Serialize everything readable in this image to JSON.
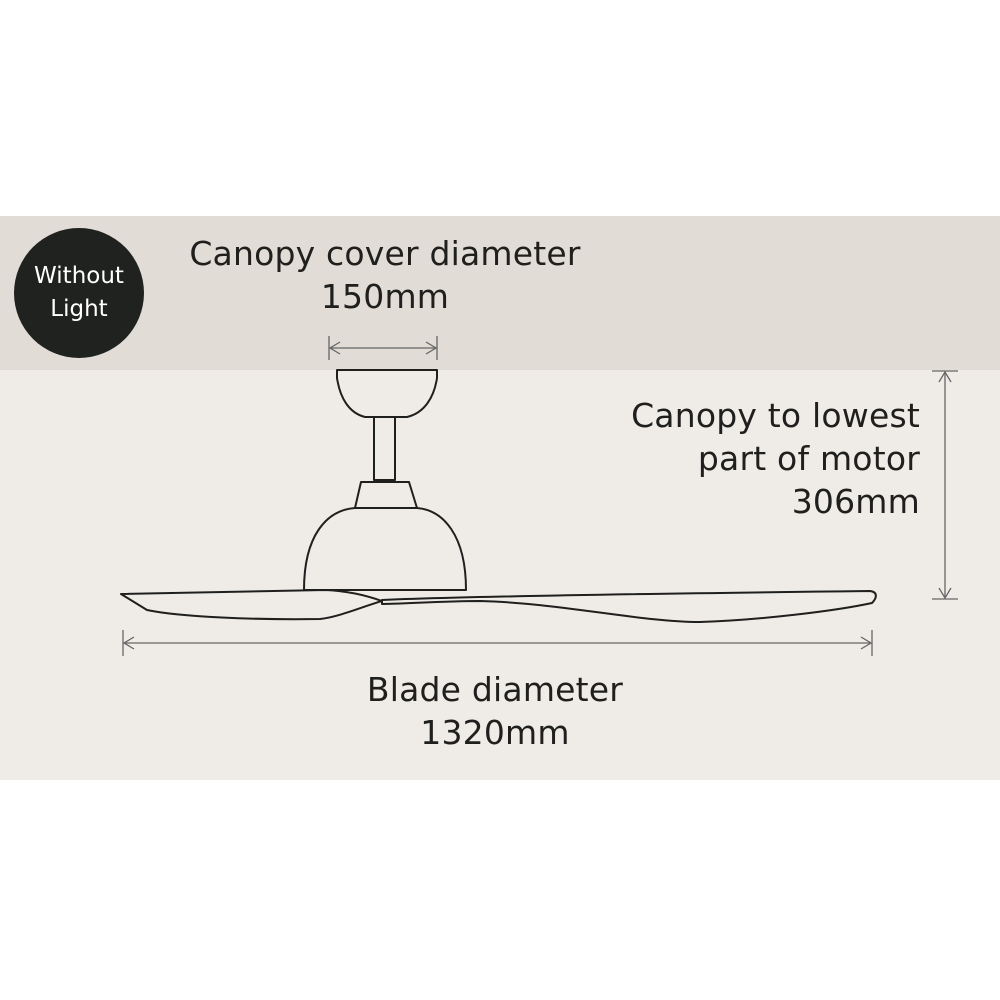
{
  "colors": {
    "page_background": "#ffffff",
    "band_top": "#e2dcd6",
    "band_bottom": "#efece8",
    "badge": "#20221f",
    "line": "#1f1f1d",
    "dimension_line": "#666666"
  },
  "badge": {
    "line1": "Without",
    "line2": "Light"
  },
  "dimensions": {
    "canopy_cover": {
      "title": "Canopy cover diameter",
      "value": "150mm"
    },
    "canopy_to_motor": {
      "line1": "Canopy to lowest",
      "line2": "part of motor",
      "value": "306mm"
    },
    "blade": {
      "title": "Blade diameter",
      "value": "1320mm"
    }
  }
}
